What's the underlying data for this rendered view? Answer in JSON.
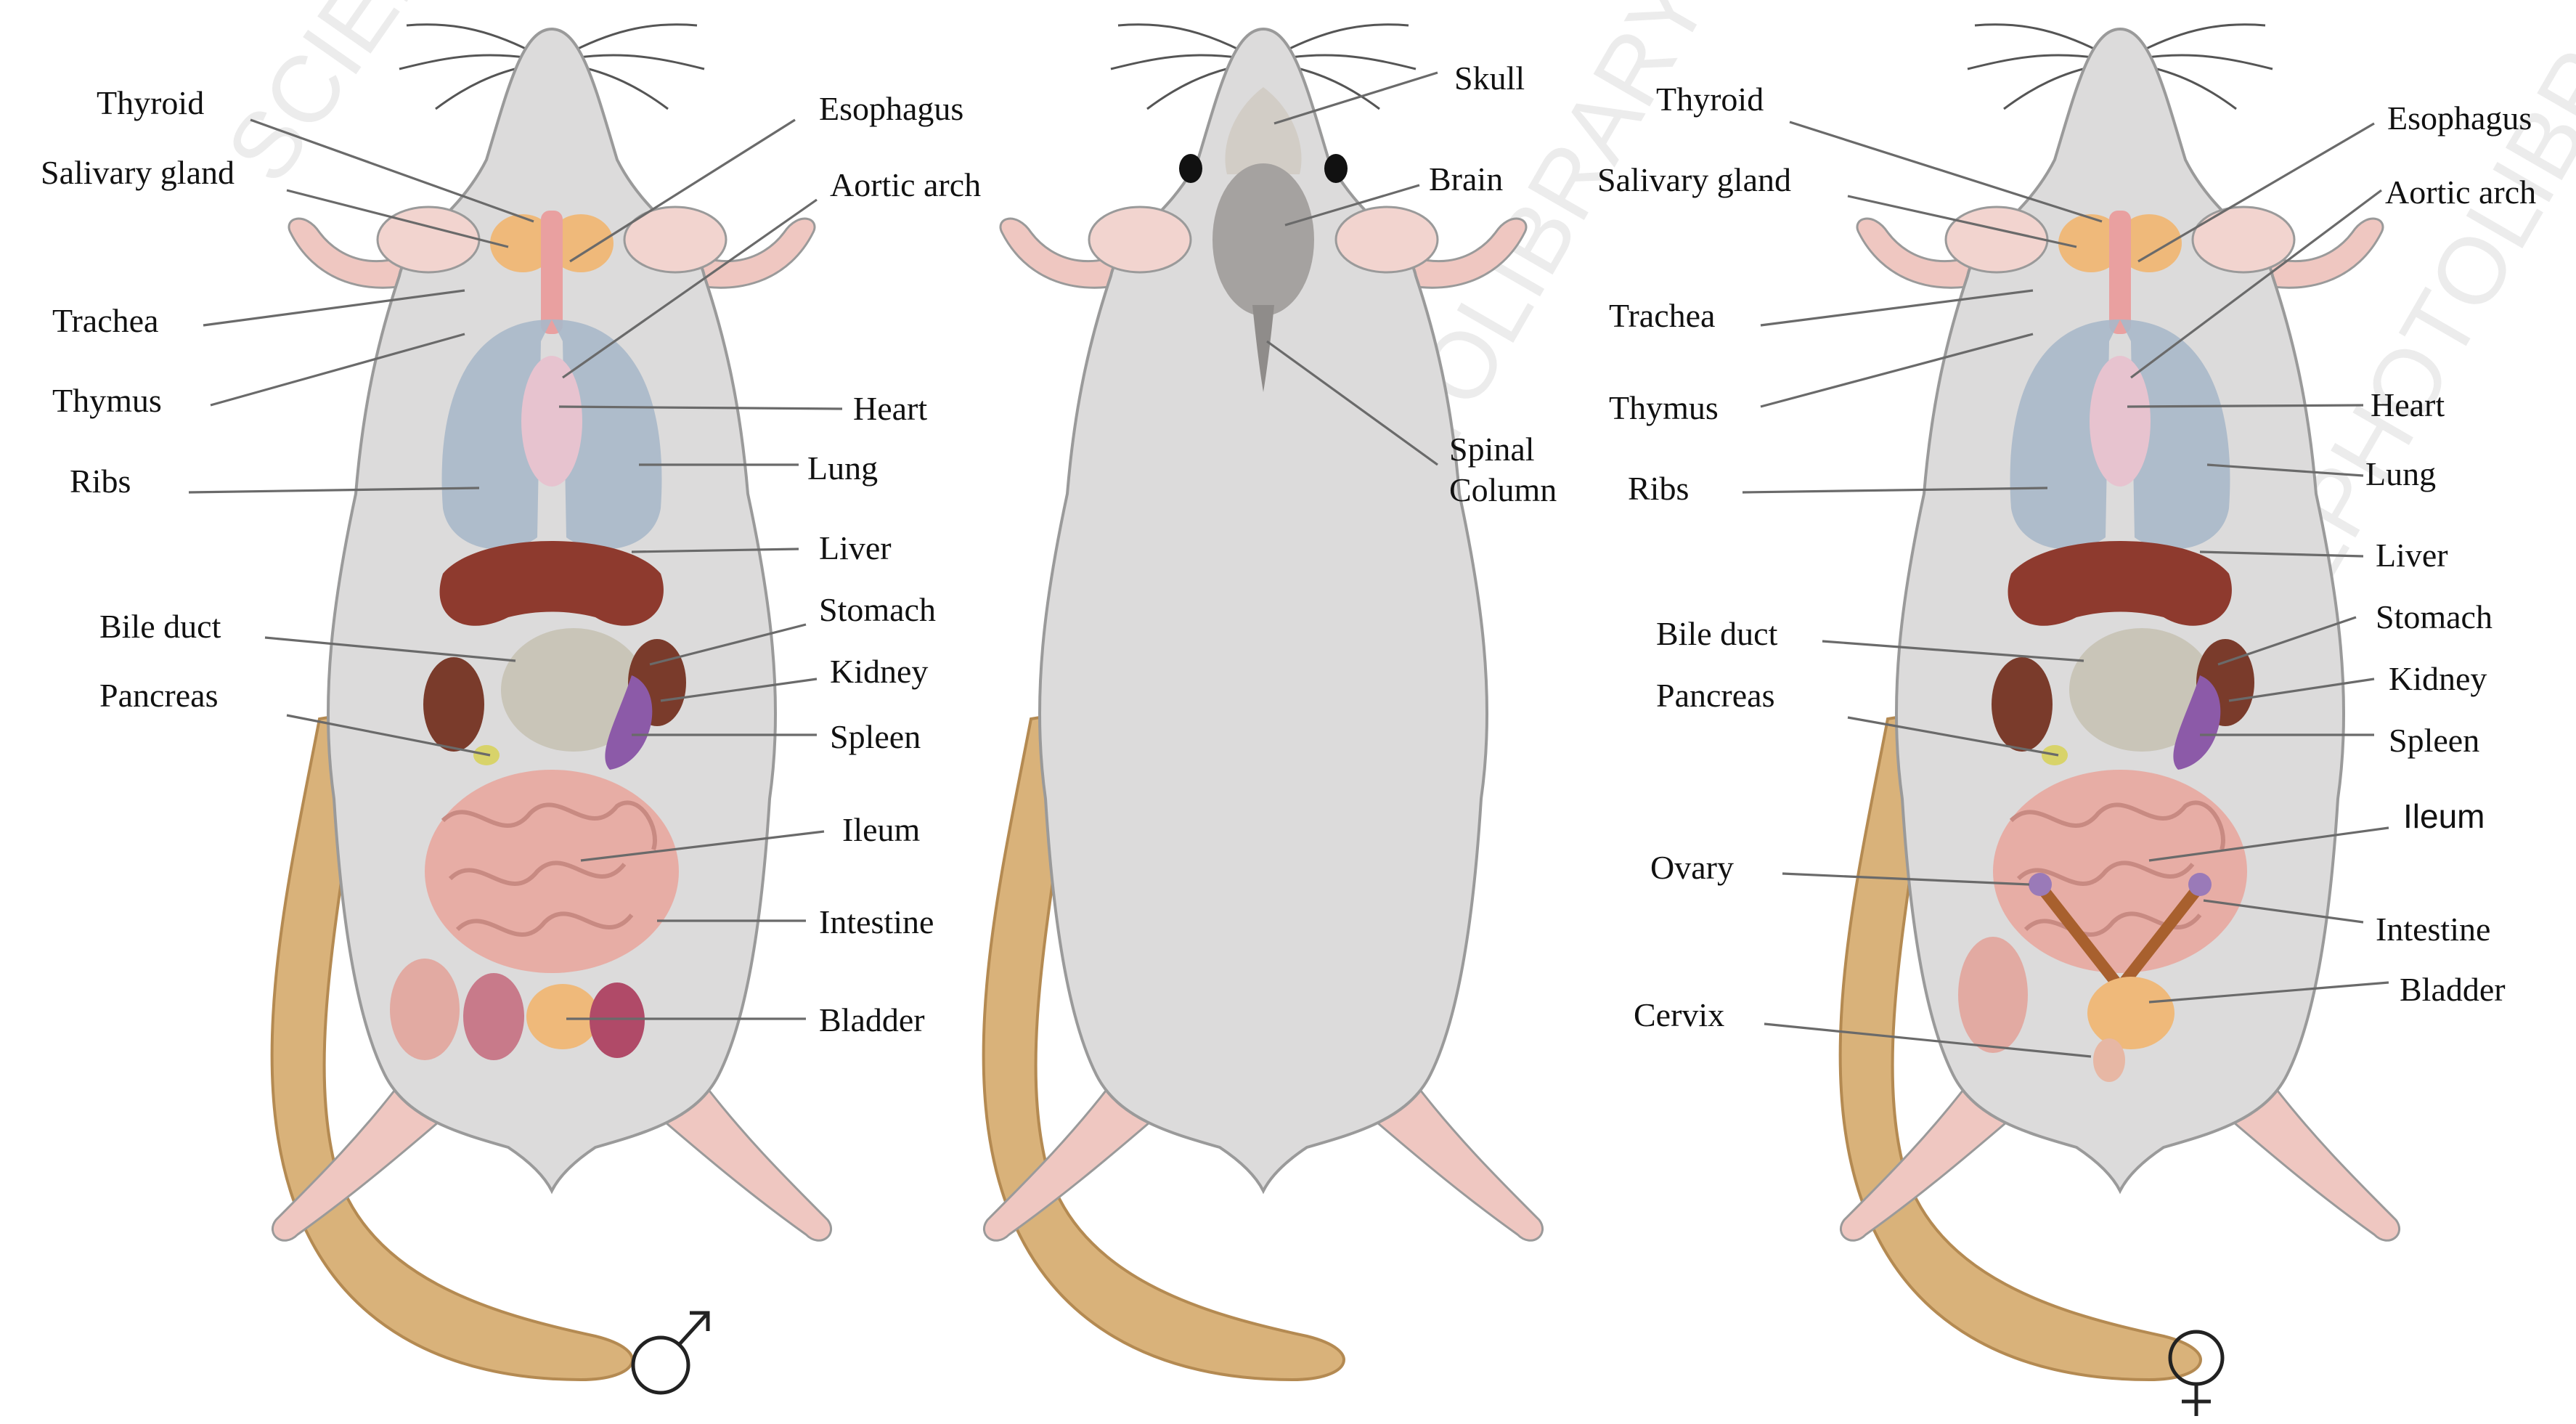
{
  "colors": {
    "background": "#ffffff",
    "body": "#dcdbdb",
    "body_outline": "#9a9a9a",
    "skin": "#efc7c1",
    "tail": "#d9b27a",
    "lungs": "#a9b8c9",
    "liver": "#8e3a2e",
    "intestine": "#e7ada5",
    "spleen": "#8c5aa8",
    "thyroid": "#efb97a",
    "leader_line": "#6a6a6a",
    "label_text": "#111111"
  },
  "watermark": "SCIENCEPHOTOLIBRARY",
  "male": {
    "symbol": "♂",
    "labels": {
      "thyroid": "Thyroid",
      "salivary_gland": "Salivary gland",
      "trachea": "Trachea",
      "thymus": "Thymus",
      "ribs": "Ribs",
      "bile_duct": "Bile duct",
      "pancreas": "Pancreas",
      "esophagus": "Esophagus",
      "aortic_arch": "Aortic arch",
      "heart": "Heart",
      "lung": "Lung",
      "liver": "Liver",
      "stomach": "Stomach",
      "kidney": "Kidney",
      "spleen": "Spleen",
      "ileum": "Ileum",
      "intestine": "Intestine",
      "bladder": "Bladder"
    }
  },
  "dorsal": {
    "labels": {
      "skull": "Skull",
      "brain": "Brain",
      "spinal_1": "Spinal",
      "spinal_2": "Column"
    }
  },
  "female": {
    "symbol": "♀",
    "labels": {
      "thyroid": "Thyroid",
      "salivary_gland": "Salivary gland",
      "trachea": "Trachea",
      "thymus": "Thymus",
      "ribs": "Ribs",
      "bile_duct": "Bile duct",
      "pancreas": "Pancreas",
      "ovary": "Ovary",
      "cervix": "Cervix",
      "esophagus": "Esophagus",
      "aortic_arch": "Aortic arch",
      "heart": "Heart",
      "lung": "Lung",
      "liver": "Liver",
      "stomach": "Stomach",
      "kidney": "Kidney",
      "spleen": "Spleen",
      "ileum": "Ileum",
      "intestine": "Intestine",
      "bladder": "Bladder"
    }
  }
}
